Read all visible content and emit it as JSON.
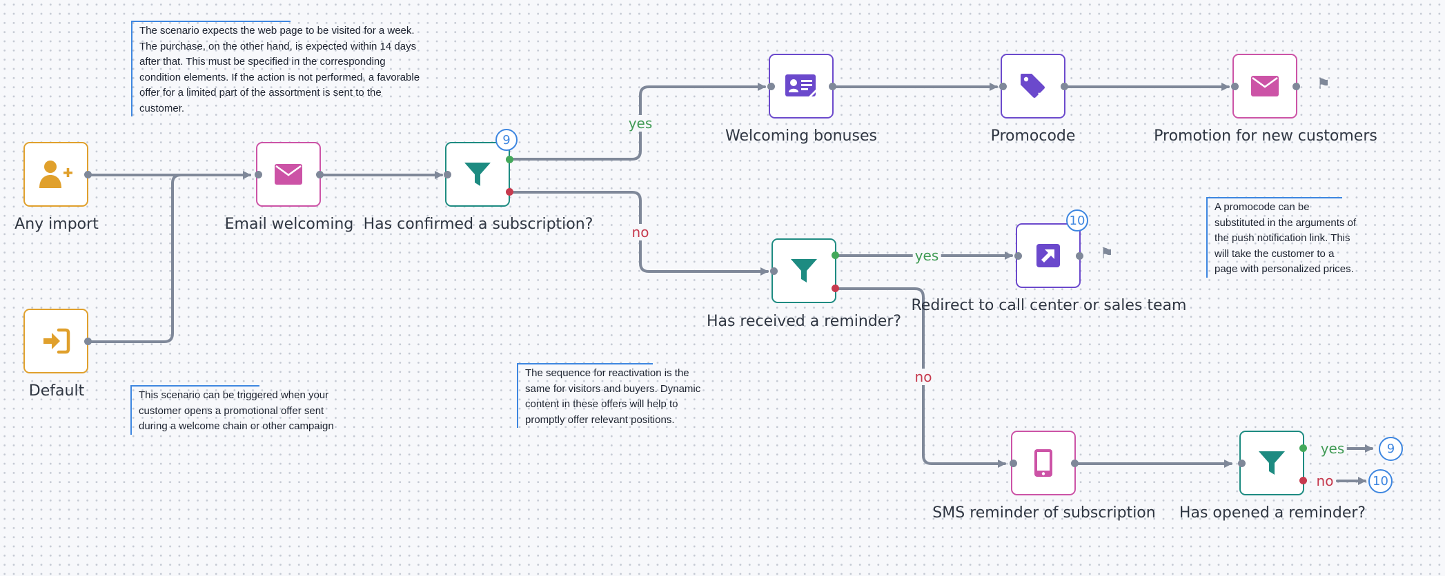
{
  "nodes": {
    "any_import": {
      "label": "Any import",
      "icon": "user-plus-icon"
    },
    "default": {
      "label": "Default",
      "icon": "sign-in-icon"
    },
    "email_welcoming": {
      "label": "Email welcoming",
      "icon": "envelope-icon"
    },
    "has_confirmed": {
      "label": "Has confirmed a subscription?",
      "icon": "filter-icon",
      "badge": "9"
    },
    "welcoming_bonuses": {
      "label": "Welcoming bonuses",
      "icon": "id-card-icon"
    },
    "promocode": {
      "label": "Promocode",
      "icon": "discount-tag-icon"
    },
    "promotion_new": {
      "label": "Promotion for new customers",
      "icon": "envelope-icon"
    },
    "has_received": {
      "label": "Has received a reminder?",
      "icon": "filter-icon"
    },
    "redirect": {
      "label": "Redirect to call center or sales team",
      "icon": "external-link-icon",
      "badge": "10"
    },
    "sms_reminder": {
      "label": "SMS reminder of subscription",
      "icon": "mobile-phone-icon"
    },
    "has_opened": {
      "label": "Has opened a reminder?",
      "icon": "filter-icon"
    }
  },
  "edge_labels": {
    "confirmed_yes": "yes",
    "confirmed_no": "no",
    "received_yes": "yes",
    "received_no": "no",
    "opened_yes": "yes",
    "opened_no": "no"
  },
  "jump_badges": {
    "opened_yes_target": "9",
    "opened_no_target": "10"
  },
  "notes": {
    "top": [
      "The scenario expects the web page to be visited for a week.",
      "The purchase, on the other hand, is expected within 14 days",
      "after that. This must be specified in the corresponding",
      "condition elements. If the action is not performed, a favorable",
      "offer for a limited part of the assortment is sent to the",
      "customer."
    ],
    "bottom_left": [
      "This scenario can be triggered when your",
      "customer opens a promotional offer sent",
      "during a welcome chain or other campaign"
    ],
    "middle": [
      "The sequence for reactivation is the",
      "same for visitors and buyers. Dynamic",
      "content in these offers will help to",
      "promptly offer relevant positions."
    ],
    "right": [
      "A promocode can be",
      "substituted in the arguments of",
      "the push notification link. This",
      "will take the customer to a",
      "page with personalized prices."
    ]
  },
  "colors": {
    "trigger": "#e0a02c",
    "channel": "#cc53a6",
    "condition": "#1d8b81",
    "action": "#6b49cc",
    "connector": "#7f8899",
    "yes": "#3f9a54",
    "no": "#c63a4e",
    "note_accent": "#3d86e0"
  }
}
